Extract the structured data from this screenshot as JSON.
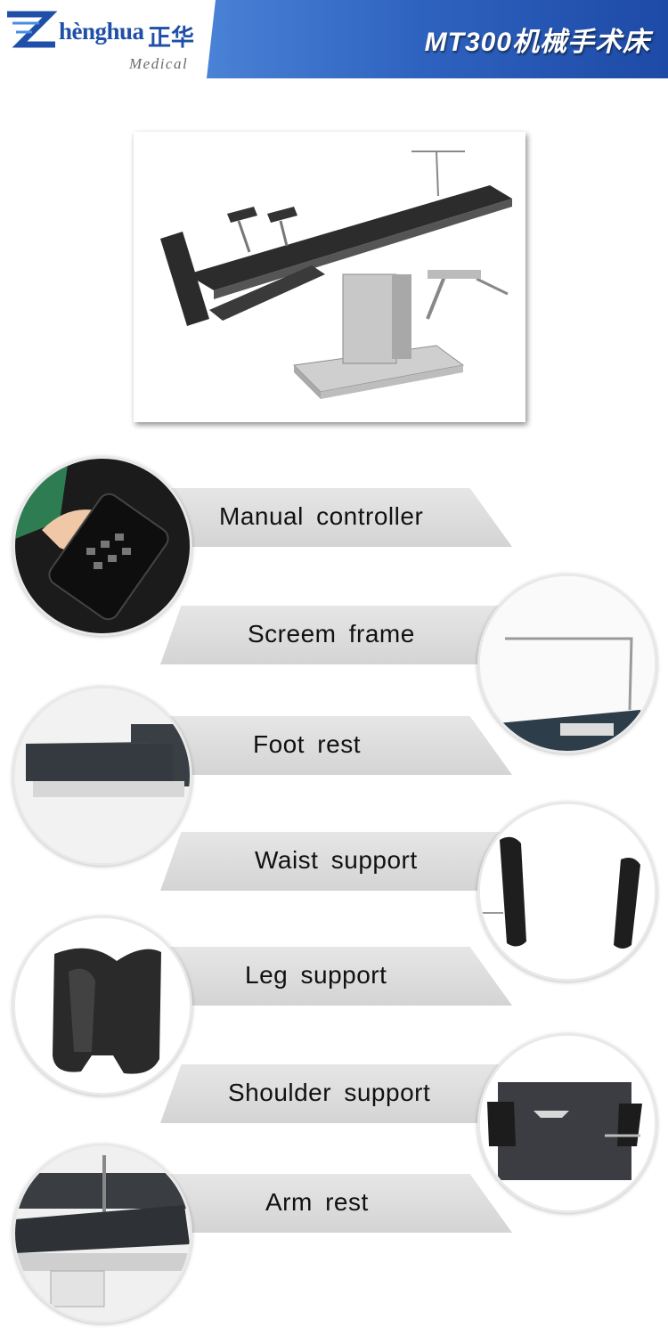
{
  "brand": {
    "name": "hènghua",
    "cn": "正华",
    "sub": "Medical",
    "accent": "#1f4fa8"
  },
  "header": {
    "title": "MT300机械手术床",
    "band_color": "#2f63c0"
  },
  "features": [
    {
      "label": "Manual  controller",
      "icon": "hand-controller-icon"
    },
    {
      "label": "Screem  frame",
      "icon": "screen-frame-icon"
    },
    {
      "label": "Foot  rest",
      "icon": "foot-rest-icon"
    },
    {
      "label": "Waist  support",
      "icon": "waist-support-icon"
    },
    {
      "label": "Leg  support",
      "icon": "leg-support-icon"
    },
    {
      "label": "Shoulder  support",
      "icon": "shoulder-support-icon"
    },
    {
      "label": "Arm  rest",
      "icon": "arm-rest-icon"
    }
  ]
}
